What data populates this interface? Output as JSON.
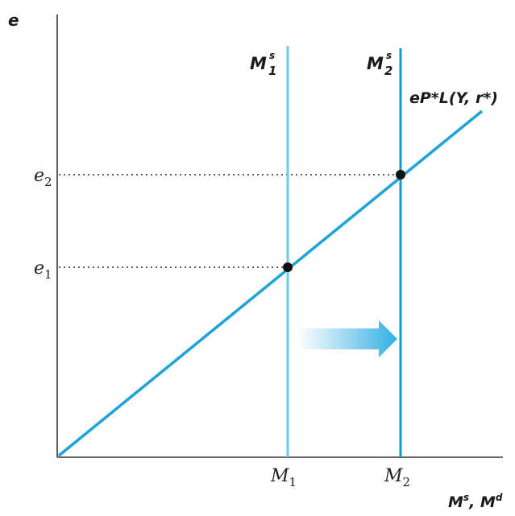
{
  "axes": {
    "y_label": "e",
    "x_label": "Ms, Md",
    "x_label_main": "M",
    "x_label_sup": "s",
    "x_label_sep": ", M",
    "x_label_sup2": "d"
  },
  "curves": {
    "money_demand": "eP*L(Y, r*)",
    "supply_1": {
      "main": "M",
      "sup": "s",
      "sub": "1"
    },
    "supply_2": {
      "main": "M",
      "sup": "s",
      "sub": "2"
    }
  },
  "ticks": {
    "e1": {
      "main": "e",
      "sub": "1"
    },
    "e2": {
      "main": "e",
      "sub": "2"
    },
    "M1": {
      "main": "M",
      "sub": "1"
    },
    "M2": {
      "main": "M",
      "sub": "2"
    }
  },
  "colors": {
    "demand_line": "#1ea3d8",
    "supply_1_line": "#6ccbec",
    "supply_2_line": "#1596d0",
    "axis": "#333333",
    "point": "#111111",
    "arrow": "#2fb0e2"
  }
}
